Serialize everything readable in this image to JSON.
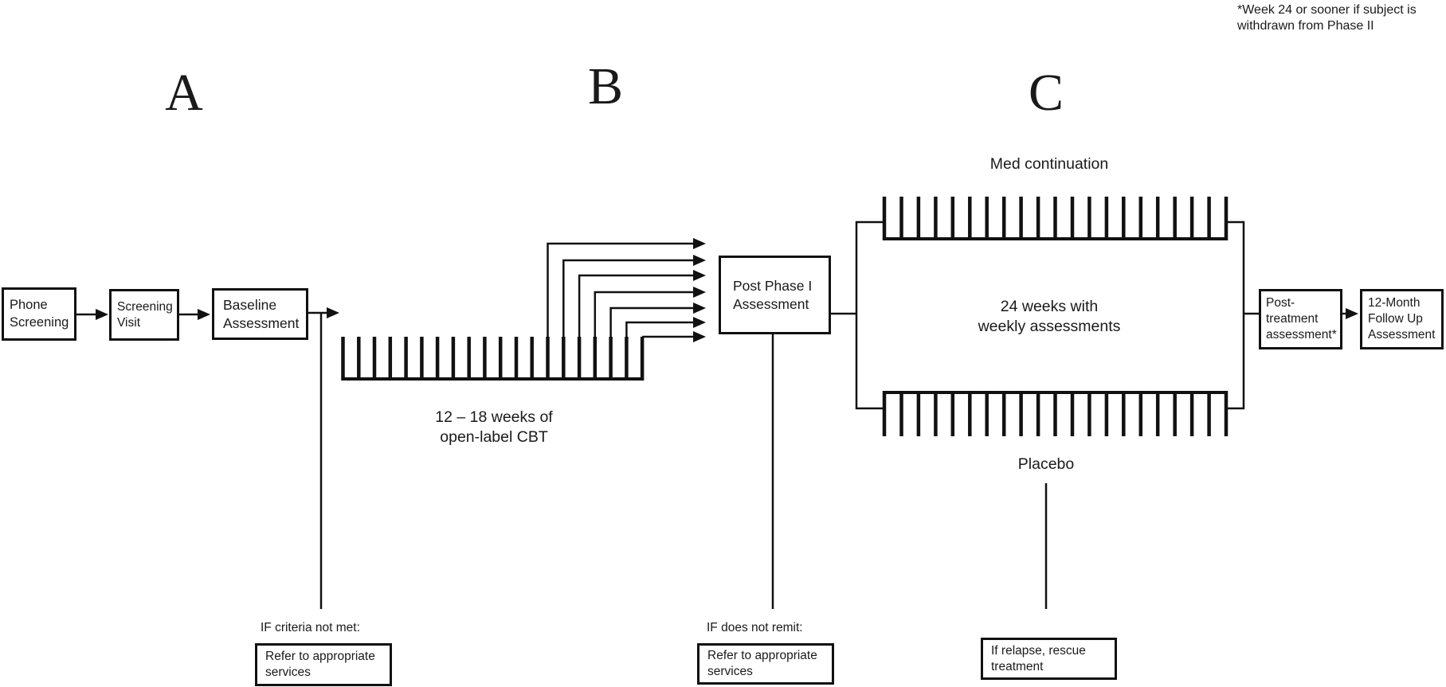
{
  "figure": {
    "footnote": "*Week 24 or sooner if subject is\nwithdrawn from Phase II",
    "phase_labels": {
      "a": "A",
      "b": "B",
      "c": "C"
    },
    "phase_a": {
      "phone_screening": "Phone\nScreening",
      "screening_visit": "Screening\nVisit",
      "baseline_assessment": "Baseline\nAssessment",
      "if_criteria_not_met": "IF criteria not met:",
      "refer_services": "Refer to appropriate\nservices"
    },
    "phase_b": {
      "cbt_duration": "12 – 18 weeks of\nopen-label CBT",
      "post_phase1_assessment": "Post Phase I\nAssessment",
      "if_does_not_remit": "IF does not remit:",
      "refer_services": "Refer to appropriate\nservices"
    },
    "phase_c": {
      "med_continuation": "Med continuation",
      "duration": "24 weeks with\nweekly assessments",
      "placebo": "Placebo",
      "post_treatment_assessment": "Post-\ntreatment\nassessment*",
      "followup_assessment": "12-Month\nFollow Up\nAssessment",
      "if_relapse": "If relapse, rescue\ntreatment"
    }
  }
}
